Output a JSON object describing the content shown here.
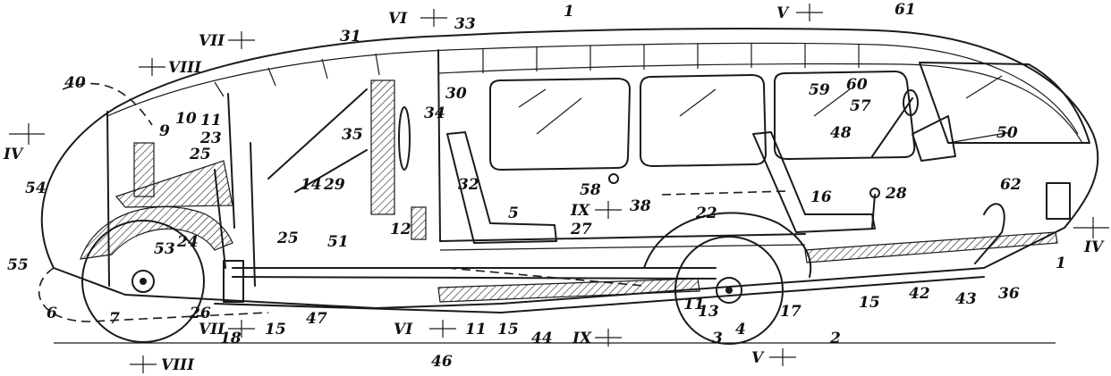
{
  "labels": [
    {
      "id": "l1a",
      "text": "1"
    },
    {
      "id": "l1b",
      "text": "1"
    },
    {
      "id": "l2",
      "text": "2"
    },
    {
      "id": "l3",
      "text": "3"
    },
    {
      "id": "l4",
      "text": "4"
    },
    {
      "id": "l5",
      "text": "5"
    },
    {
      "id": "l6",
      "text": "6"
    },
    {
      "id": "l7",
      "text": "7"
    },
    {
      "id": "l9",
      "text": "9"
    },
    {
      "id": "l10",
      "text": "10"
    },
    {
      "id": "l11a",
      "text": "11"
    },
    {
      "id": "l11b",
      "text": "11"
    },
    {
      "id": "l11c",
      "text": "11"
    },
    {
      "id": "l12",
      "text": "12"
    },
    {
      "id": "l13",
      "text": "13"
    },
    {
      "id": "l14",
      "text": "14"
    },
    {
      "id": "l15a",
      "text": "15"
    },
    {
      "id": "l15b",
      "text": "15"
    },
    {
      "id": "l15c",
      "text": "15"
    },
    {
      "id": "l16",
      "text": "16"
    },
    {
      "id": "l17",
      "text": "17"
    },
    {
      "id": "l18",
      "text": "18"
    },
    {
      "id": "l22",
      "text": "22"
    },
    {
      "id": "l23",
      "text": "23"
    },
    {
      "id": "l24",
      "text": "24"
    },
    {
      "id": "l25a",
      "text": "25"
    },
    {
      "id": "l25b",
      "text": "25"
    },
    {
      "id": "l26",
      "text": "26"
    },
    {
      "id": "l27",
      "text": "27"
    },
    {
      "id": "l28",
      "text": "28"
    },
    {
      "id": "l29",
      "text": "29"
    },
    {
      "id": "l30",
      "text": "30"
    },
    {
      "id": "l31",
      "text": "31"
    },
    {
      "id": "l32",
      "text": "32"
    },
    {
      "id": "l33",
      "text": "33"
    },
    {
      "id": "l34",
      "text": "34"
    },
    {
      "id": "l35",
      "text": "35"
    },
    {
      "id": "l36",
      "text": "36"
    },
    {
      "id": "l38",
      "text": "38"
    },
    {
      "id": "l40",
      "text": "40"
    },
    {
      "id": "l42",
      "text": "42"
    },
    {
      "id": "l43",
      "text": "43"
    },
    {
      "id": "l44",
      "text": "44"
    },
    {
      "id": "l46",
      "text": "46"
    },
    {
      "id": "l47",
      "text": "47"
    },
    {
      "id": "l48",
      "text": "48"
    },
    {
      "id": "l50",
      "text": "50"
    },
    {
      "id": "l51",
      "text": "51"
    },
    {
      "id": "l53",
      "text": "53"
    },
    {
      "id": "l54",
      "text": "54"
    },
    {
      "id": "l55",
      "text": "55"
    },
    {
      "id": "l57",
      "text": "57"
    },
    {
      "id": "l58",
      "text": "58"
    },
    {
      "id": "l59",
      "text": "59"
    },
    {
      "id": "l60",
      "text": "60"
    },
    {
      "id": "l61",
      "text": "61"
    },
    {
      "id": "l62",
      "text": "62"
    }
  ],
  "section_marks": [
    {
      "id": "sIVa",
      "text": "IV"
    },
    {
      "id": "sIVb",
      "text": "IV"
    },
    {
      "id": "sVa",
      "text": "V"
    },
    {
      "id": "sVb",
      "text": "V"
    },
    {
      "id": "sVIa",
      "text": "VI"
    },
    {
      "id": "sVIb",
      "text": "VI"
    },
    {
      "id": "sVIIa",
      "text": "VII"
    },
    {
      "id": "sVIIb",
      "text": "VII"
    },
    {
      "id": "sVIIIa",
      "text": "VIII"
    },
    {
      "id": "sVIIIb",
      "text": "VIII"
    },
    {
      "id": "sIXa",
      "text": "IX"
    },
    {
      "id": "sIXb",
      "text": "IX"
    }
  ],
  "colors": {
    "ink": "#1a1a1a",
    "paper": "#ffffff"
  }
}
